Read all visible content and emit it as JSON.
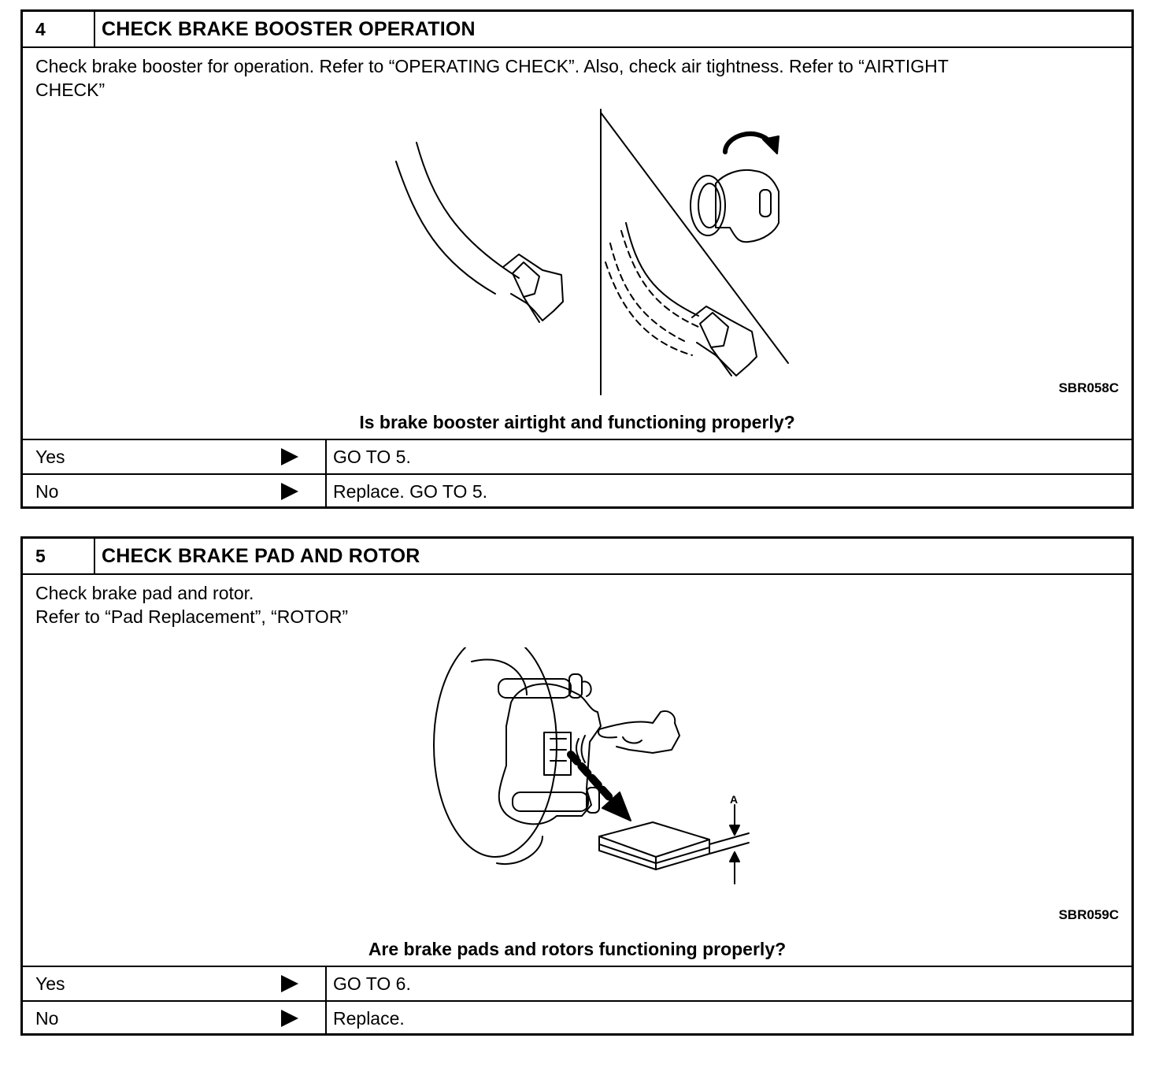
{
  "steps": [
    {
      "number": "4",
      "title": "CHECK BRAKE BOOSTER OPERATION",
      "description": [
        "Check brake booster for operation. Refer to “OPERATING CHECK”. Also, check air tightness. Refer to “AIRTIGHT",
        "CHECK”"
      ],
      "figure_code": "SBR058C",
      "question": "Is brake booster airtight and functioning properly?",
      "answers": [
        {
          "label": "Yes",
          "action": "GO TO 5."
        },
        {
          "label": "No",
          "action": "Replace. GO TO 5."
        }
      ]
    },
    {
      "number": "5",
      "title": "CHECK BRAKE PAD AND ROTOR",
      "description": [
        "Check brake pad and rotor.",
        "Refer to “Pad Replacement”, “ROTOR”"
      ],
      "figure_code": "SBR059C",
      "figure_label_a": "A",
      "question": "Are brake pads and rotors functioning properly?",
      "answers": [
        {
          "label": "Yes",
          "action": "GO TO 6."
        },
        {
          "label": "No",
          "action": "Replace."
        }
      ]
    }
  ]
}
